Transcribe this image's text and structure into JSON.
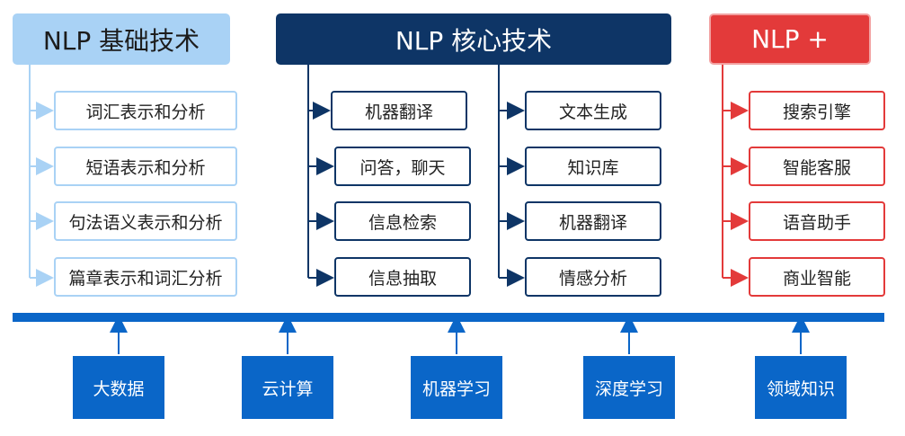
{
  "columns": {
    "basic": {
      "title": "NLP 基础技术",
      "items": [
        "词汇表示和分析",
        "短语表示和分析",
        "句法语义表示和分析",
        "篇章表示和词汇分析"
      ]
    },
    "core": {
      "title": "NLP 核心技术",
      "left_items": [
        "机器翻译",
        "问答，聊天",
        "信息检索",
        "信息抽取"
      ],
      "right_items": [
        "文本生成",
        "知识库",
        "机器翻译",
        "情感分析"
      ]
    },
    "plus": {
      "title": "NLP  +",
      "items": [
        "搜索引擎",
        "智能客服",
        "语音助手",
        "商业智能"
      ]
    }
  },
  "foundations": [
    "大数据",
    "云计算",
    "机器学习",
    "深度学习",
    "领域知识"
  ],
  "colors": {
    "basic": "#a9d2f5",
    "core": "#0e3566",
    "plus": "#e33a3a",
    "foundation": "#0a66c8"
  }
}
